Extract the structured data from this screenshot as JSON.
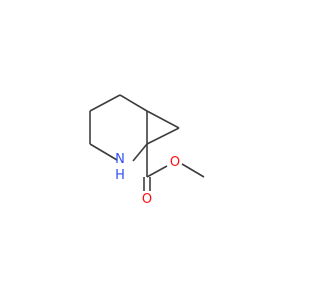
{
  "molecule": {
    "atom_labels": {
      "nitrogen": "N",
      "nitrogen_h": "H",
      "carbonyl_oxygen": "O",
      "ester_oxygen": "O"
    },
    "colors": {
      "bond": "#3d3d3d",
      "nitrogen": "#3050f8",
      "oxygen": "#ff0d0d"
    }
  }
}
